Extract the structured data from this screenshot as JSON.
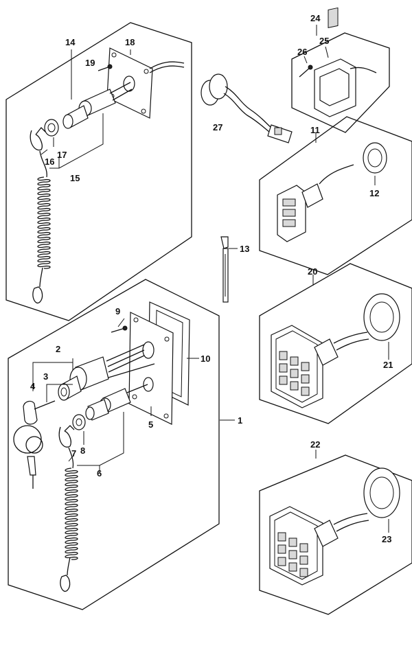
{
  "callouts": {
    "c1": "1",
    "c2": "2",
    "c3": "3",
    "c4": "4",
    "c5": "5",
    "c6": "6",
    "c7": "7",
    "c8": "8",
    "c9": "9",
    "c10": "10",
    "c11": "11",
    "c12": "12",
    "c13": "13",
    "c14": "14",
    "c15": "15",
    "c16": "16",
    "c17": "17",
    "c18": "18",
    "c19": "19",
    "c20": "20",
    "c21": "21",
    "c22": "22",
    "c23": "23",
    "c24": "24",
    "c25": "25",
    "c26": "26",
    "c27": "27"
  },
  "colors": {
    "line": "#111111",
    "background": "#ffffff"
  }
}
